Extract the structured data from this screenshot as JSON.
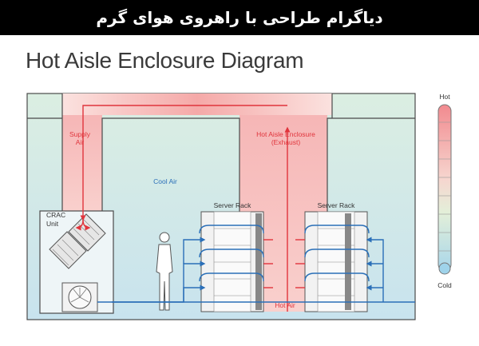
{
  "header": {
    "banner": "دیاگرام طراحی با راهروی هوای گرم"
  },
  "diagram": {
    "title": "Hot Aisle Enclosure Diagram",
    "labels": {
      "supply_air_1": "Supply",
      "supply_air_2": "Air",
      "hot_aisle_1": "Hot Aisle Enclosure",
      "hot_aisle_2": "(Exhaust)",
      "cool_air": "Cool Air",
      "crac_1": "CRAC",
      "crac_2": "Unit",
      "server_rack_left": "Server Rack",
      "server_rack_right": "Server Rack",
      "hot_air": "Hot Air"
    },
    "legend": {
      "top": "Hot",
      "bottom": "Cold"
    }
  },
  "colors": {
    "hot": "#f6b3b3",
    "cold": "#cfe6ef",
    "hot_arrow": "#e0343c",
    "cold_arrow": "#2a6fb8",
    "outline": "#4a4a4a"
  }
}
